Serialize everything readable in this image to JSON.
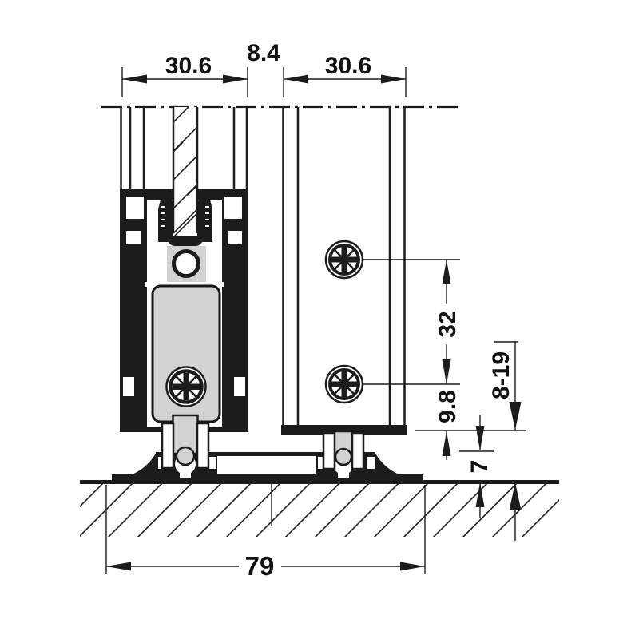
{
  "drawing": {
    "kind": "technical-cross-section",
    "dimensions": {
      "left_profile_width": "30.6",
      "profile_gap": "8.4",
      "right_profile_width": "30.6",
      "screw_spacing": "32",
      "screw_to_profile_bottom": "9.8",
      "profile_bottom_to_floor_range": "8-19",
      "rail_height_above_floor": "7",
      "rail_total_width": "79"
    },
    "colors": {
      "line": "#1c1c1c",
      "component_gray": "#d2d2d2",
      "background": "#ffffff"
    }
  }
}
